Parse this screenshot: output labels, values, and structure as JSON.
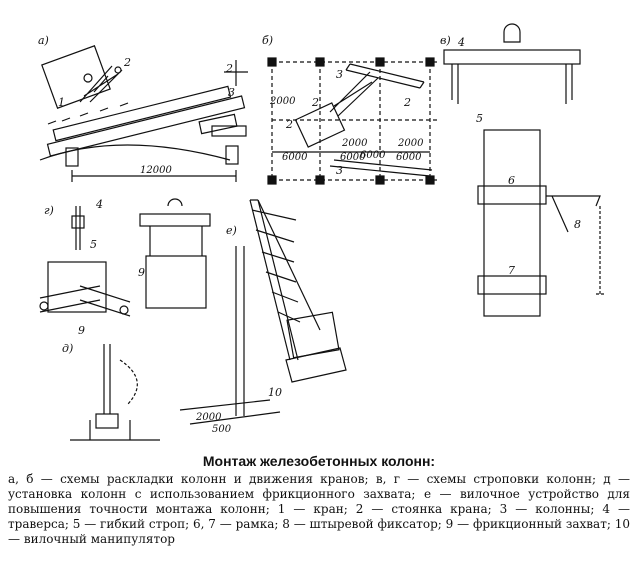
{
  "panels": {
    "a": {
      "letter": "а)",
      "dimension": "12000",
      "markers": [
        "1",
        "2",
        "2",
        "3"
      ]
    },
    "b": {
      "letter": "б)",
      "dims": [
        "2000",
        "2000",
        "2000",
        "6000",
        "6000",
        "6000",
        "6000"
      ],
      "markers": [
        "2",
        "2",
        "2",
        "3",
        "3"
      ]
    },
    "v": {
      "letter": "в)",
      "markers": [
        "4",
        "5",
        "6",
        "7",
        "8"
      ]
    },
    "g": {
      "letter": "г)",
      "markers": [
        "4",
        "5",
        "9",
        "9"
      ]
    },
    "d": {
      "letter": "д)"
    },
    "e": {
      "letter": "е)",
      "dims": [
        "2000",
        "500"
      ],
      "markers": [
        "10"
      ]
    }
  },
  "caption": {
    "title": "Монтаж железобетонных колонн:",
    "text": "а, б — схемы раскладки колонн и движения кранов; в, г — схемы строповки колонн; д — установка колонн с использованием фрикционного захвата; е — вилочное устройство для повышения точности монтажа колонн; 1 — кран; 2 — стоянка крана; 3 — колонны; 4 — траверса; 5 — гибкий строп; 6, 7 — рамка; 8 — штыревой фиксатор; 9 — фрикционный захват; 10 — вилочный манипулятор"
  }
}
